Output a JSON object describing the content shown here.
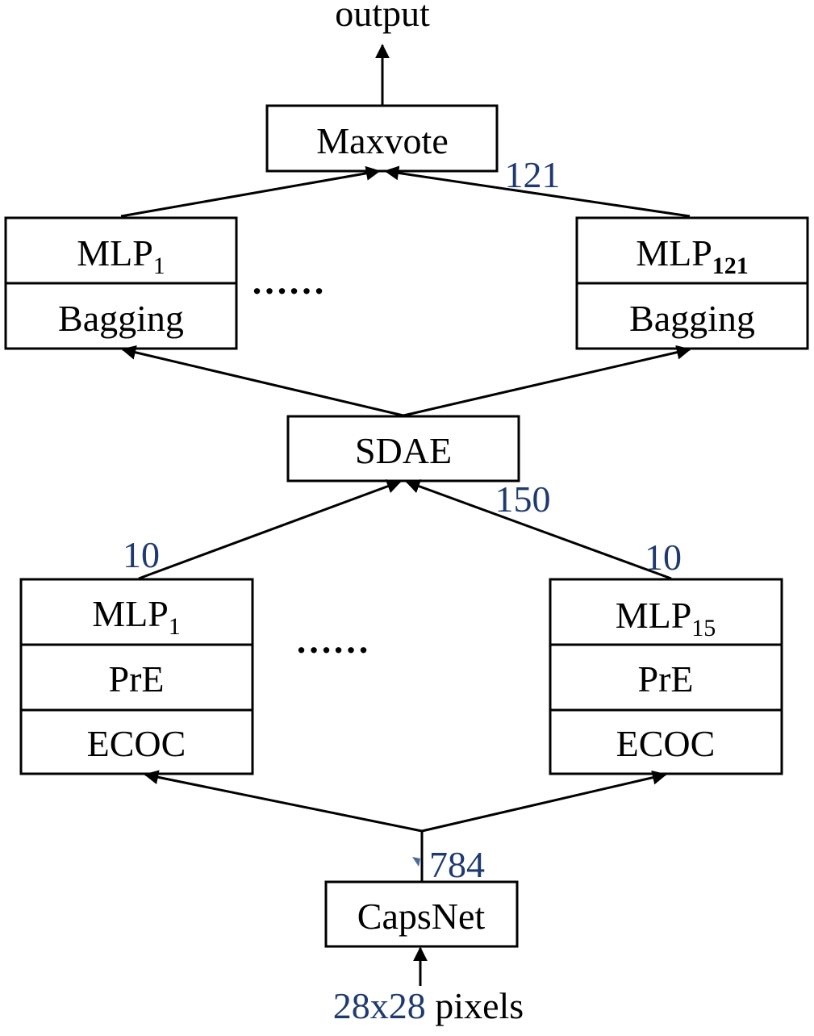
{
  "output_label": "output",
  "maxvote": {
    "label": "Maxvote",
    "count": "121"
  },
  "ensemble_top": {
    "left": {
      "model": "MLP",
      "sub": "1",
      "method": "Bagging"
    },
    "right": {
      "model": "MLP",
      "sub": "121",
      "method": "Bagging"
    },
    "ellipsis": "……"
  },
  "sdae": {
    "label": "SDAE",
    "count": "150"
  },
  "ensemble_bottom": {
    "left": {
      "model": "MLP",
      "sub": "1",
      "pre": "PrE",
      "code": "ECOC",
      "count": "10"
    },
    "right": {
      "model": "MLP",
      "sub": "15",
      "pre": "PrE",
      "code": "ECOC",
      "count": "10"
    },
    "ellipsis": "……"
  },
  "capsnet": {
    "label": "CapsNet",
    "count": "784"
  },
  "input": {
    "size": "28x28",
    "unit": " pixels"
  },
  "colors": {
    "number_text": "#1f3a6e",
    "stroke": "#000000"
  }
}
